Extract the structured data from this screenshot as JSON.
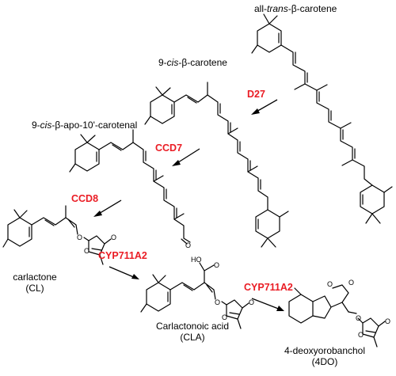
{
  "compounds": {
    "all_trans_beta_carotene": {
      "prefix": "all-",
      "italic": "trans",
      "suffix": "-β-carotene"
    },
    "cis9_beta_carotene": {
      "prefix": "9-",
      "italic": "cis",
      "suffix": "-β-carotene"
    },
    "cis9_beta_apo_carotenal": {
      "prefix": "9-",
      "italic": "cis",
      "suffix": "-β-apo-10'-carotenal"
    },
    "carlactone": {
      "name": "carlactone",
      "abbr": "(CL)"
    },
    "carlactonoic_acid": {
      "name": "Carlactonoic acid",
      "abbr": "(CLA)"
    },
    "deoxyorobanchol": {
      "name": "4-deoxyorobanchol",
      "abbr": "(4DO)"
    }
  },
  "enzymes": {
    "d27": "D27",
    "ccd7": "CCD7",
    "ccd8": "CCD8",
    "cyp1": "CYP711A2",
    "cyp2": "CYP711A2"
  },
  "atoms": {
    "oxygen": "O",
    "hydroxyl": "HO"
  },
  "colors": {
    "enzyme": "#ea1c24",
    "bond": "#000000"
  }
}
